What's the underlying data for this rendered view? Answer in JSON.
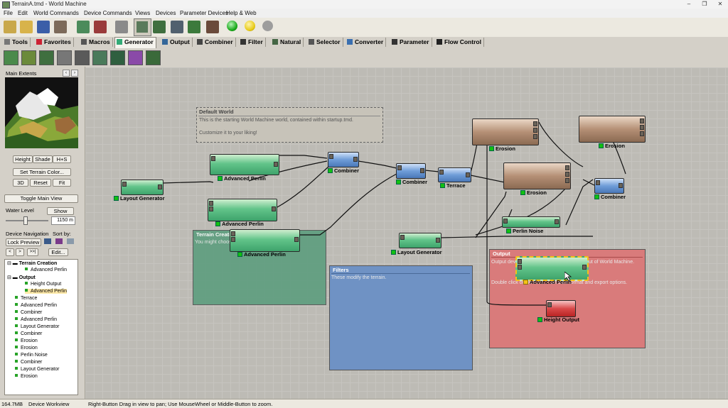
{
  "window": {
    "title": "TerrainA.tmd - World Machine"
  },
  "menu": [
    "File",
    "Edit",
    "World Commands",
    "Device Commands",
    "Views",
    "Devices",
    "Parameter Devices",
    "Help & Web"
  ],
  "tabs": [
    "Tools",
    "Favorites",
    "Macros",
    "Generator",
    "Output",
    "Combiner",
    "Filter",
    "Natural",
    "Selector",
    "Converter",
    "Parameter",
    "Flow Control"
  ],
  "left": {
    "main_extents": "Main Extents",
    "btn_height": "Height",
    "btn_shade": "Shade",
    "btn_hs": "H+S",
    "btn_set_color": "Set Terrain Color...",
    "btn_3d": "3D",
    "btn_reset": "Reset",
    "btn_fit": "Fit",
    "btn_toggle": "Toggle Main View",
    "water_level": "Water Level",
    "btn_show": "Show",
    "water_value": "1150 m",
    "device_navigation": "Device Navigation",
    "sort_by": "Sort by:",
    "btn_lock": "Lock Preview",
    "btn_edit": "Edit..."
  },
  "tree": [
    {
      "label": "Terrain Creation",
      "bold": true
    },
    {
      "label": "Advanced Perlin"
    },
    {
      "label": "Output",
      "bold": true
    },
    {
      "label": "Height Output"
    },
    {
      "label": "Advanced Perlin"
    },
    {
      "label": "Terrace"
    },
    {
      "label": "Advanced Perlin"
    },
    {
      "label": "Combiner"
    },
    {
      "label": "Advanced Perlin"
    },
    {
      "label": "Layout Generator"
    },
    {
      "label": "Combiner"
    },
    {
      "label": "Erosion"
    },
    {
      "label": "Erosion"
    },
    {
      "label": "Perlin Noise"
    },
    {
      "label": "Combiner"
    },
    {
      "label": "Layout Generator"
    },
    {
      "label": "Erosion"
    }
  ],
  "canvas": {
    "default_world_title": "Default World",
    "default_world_line1": "This is the starting World Machine world, contained within startup.tmd.",
    "default_world_line2": "Customize it to your liking!",
    "group_terrain_title": "Terrain Creation",
    "group_terrain_desc": "You might choose to put your generators here.",
    "group_filters_title": "Filters",
    "group_filters_desc": "These modify the terrain.",
    "group_output_title": "Output",
    "group_output_desc1": "Output devices save parts of your creation out of World Machine.",
    "group_output_desc2": "Double click on devices to set their format and export options.",
    "nodes": {
      "advanced_perlin": "Advanced Perlin",
      "layout_generator": "Layout Generator",
      "combiner": "Combiner",
      "terrace": "Terrace",
      "erosion": "Erosion",
      "perlin_noise": "Perlin Noise",
      "height_output": "Height Output"
    }
  },
  "status": {
    "memory": "164.7MB",
    "view": "Device Workview",
    "hint": "Right-Button Drag in view to pan; Use MouseWheel or Middle-Button to zoom."
  },
  "colors": {
    "accent_green": "#12c012",
    "output_group": "#d97b7b",
    "filters_group": "#6f92c4",
    "terrain_group": "#5f9e7f"
  }
}
